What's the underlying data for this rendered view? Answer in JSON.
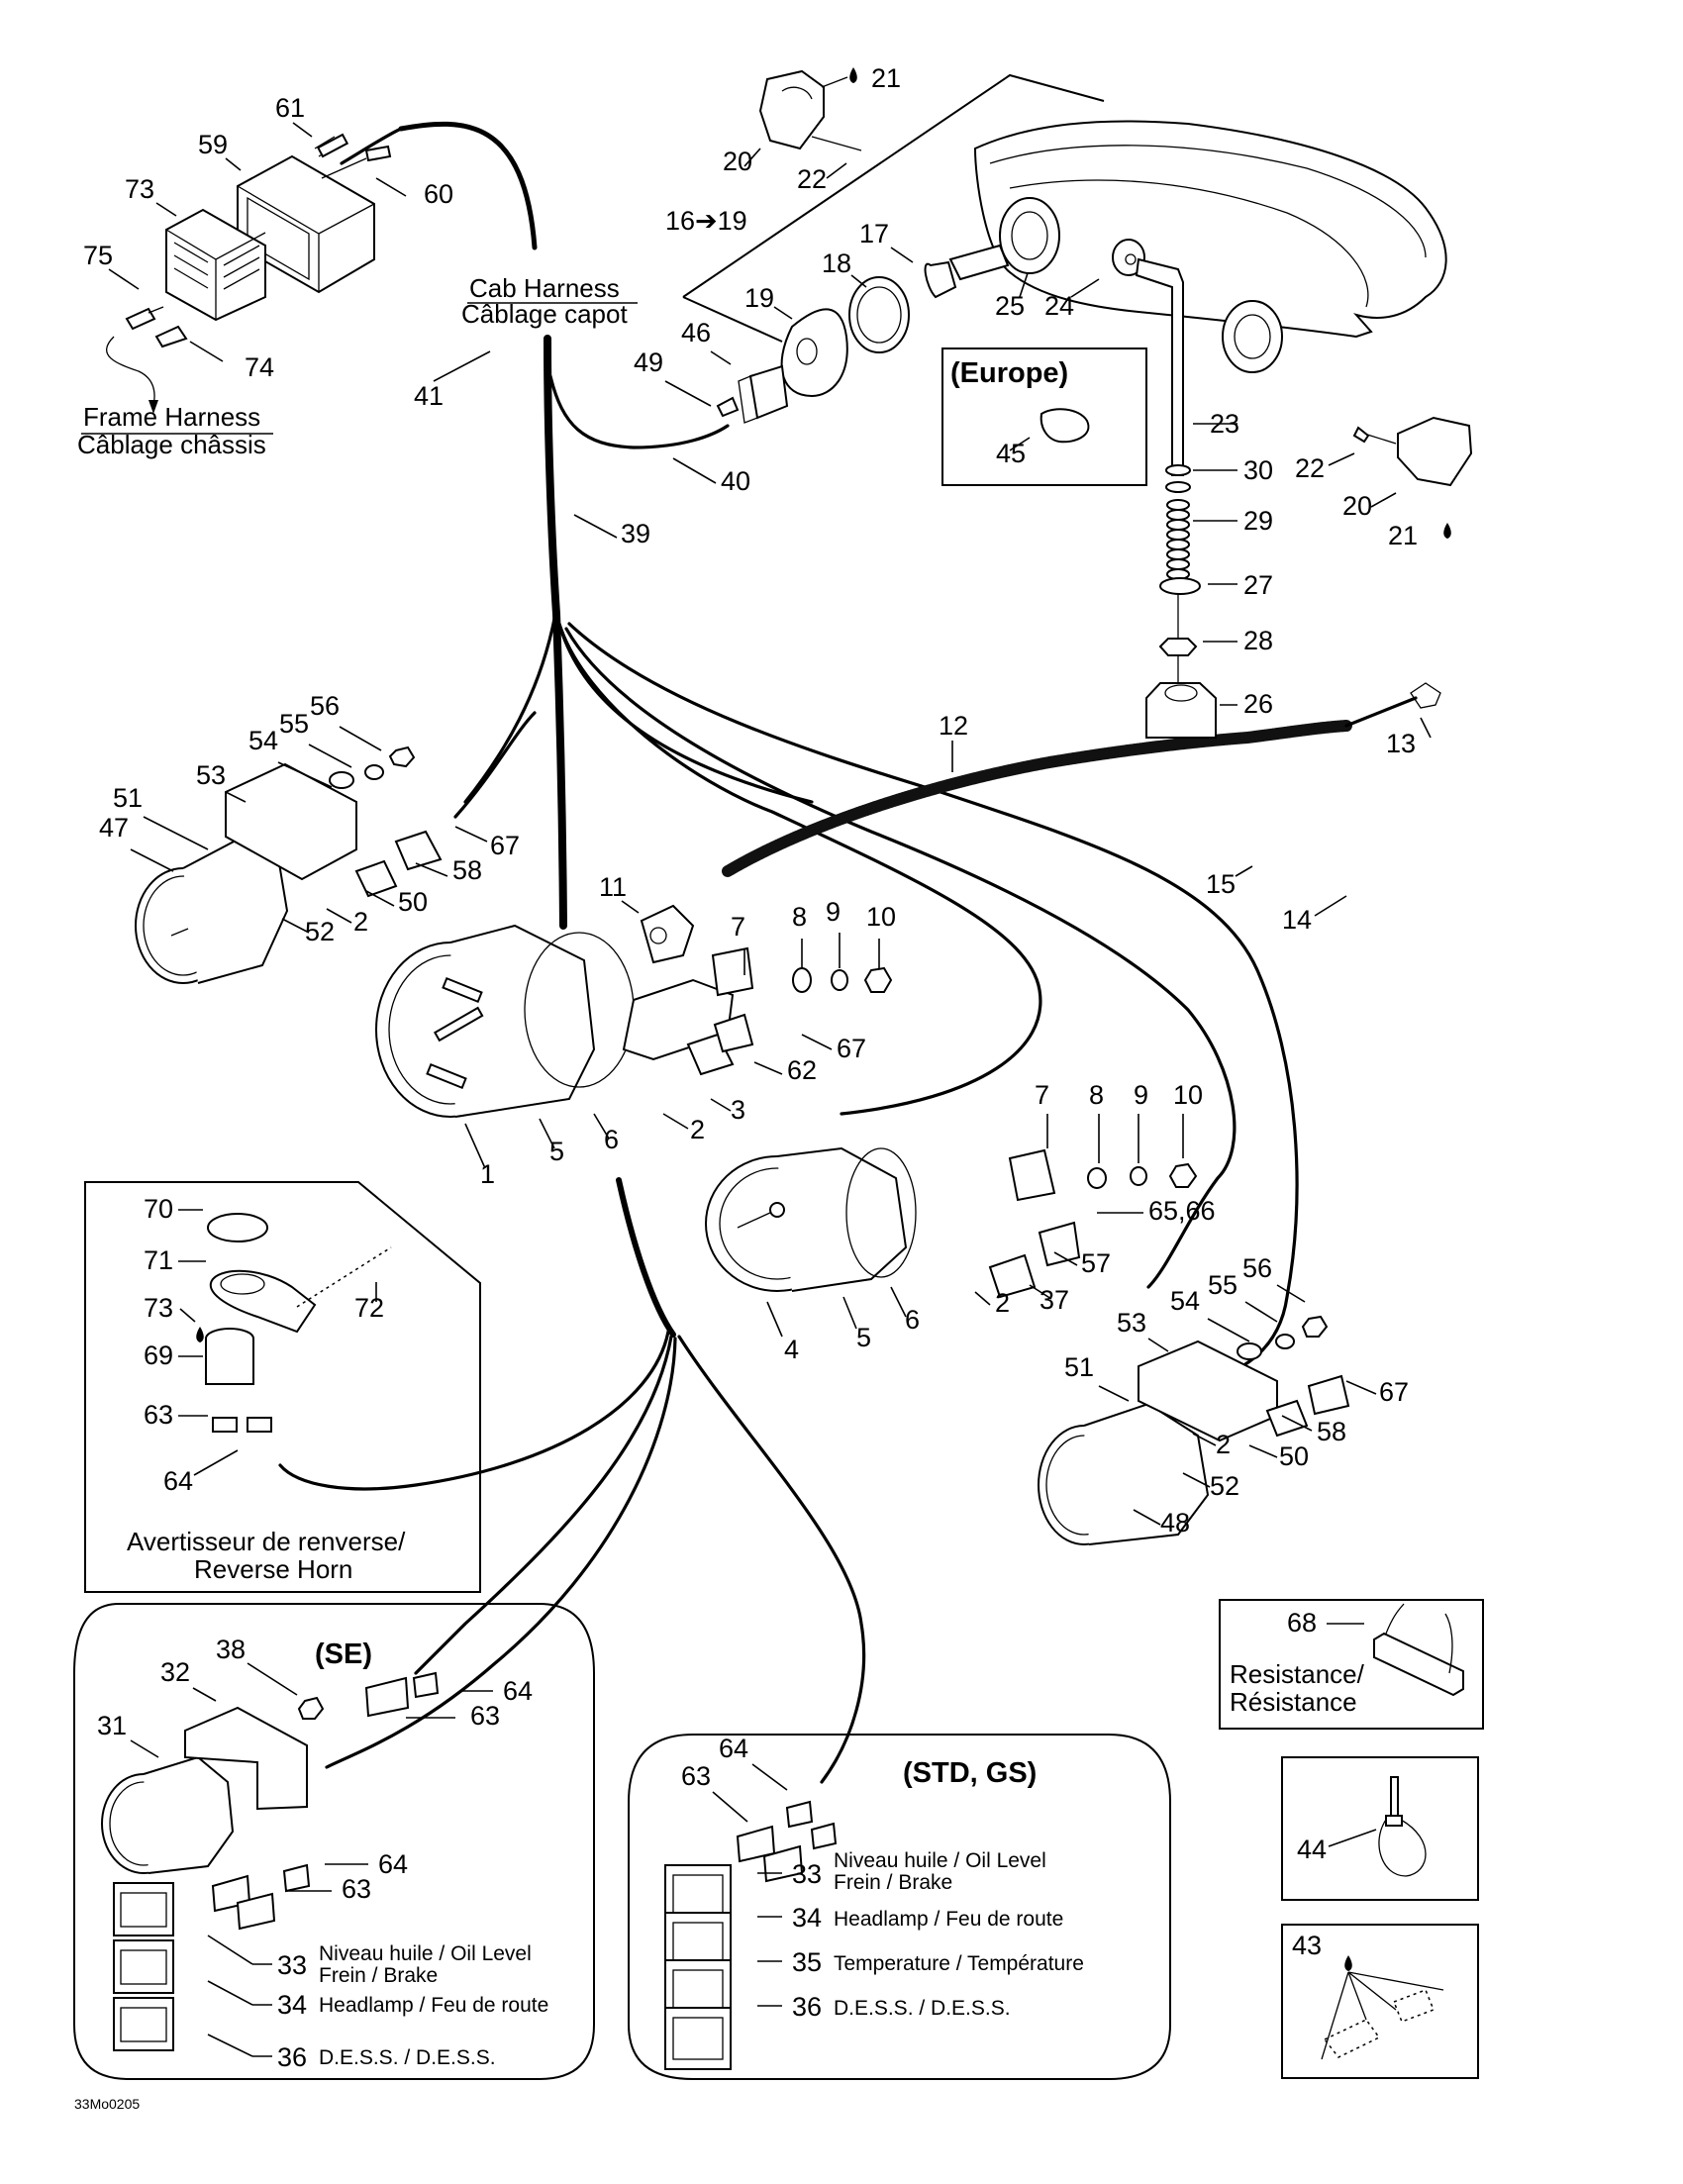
{
  "diagram": {
    "title": "Cab harness / instrument gauges exploded parts diagram",
    "reference_code": "33Mo0205",
    "harness_labels": {
      "cab_en": "Cab Harness",
      "cab_fr": "Câblage capot",
      "frame_en": "Frame Harness",
      "frame_fr": "Câblage châssis"
    },
    "group_labels": {
      "range_16_19": "16➔19",
      "europe": "(Europe)",
      "se": "(SE)",
      "std_gs": "(STD, GS)",
      "reverse_horn": "Avertisseur de renverse/",
      "reverse_horn_en": "Reverse Horn",
      "resistance_en": "Resistance/",
      "resistance_fr": "Résistance"
    },
    "indicator_lamps_se": [
      {
        "part": "33",
        "line1": "Niveau huile / Oil Level",
        "line2": "Frein / Brake"
      },
      {
        "part": "34",
        "line1": "Headlamp / Feu de route",
        "line2": ""
      },
      {
        "part": "36",
        "line1": "D.E.S.S. / D.E.S.S.",
        "line2": ""
      }
    ],
    "indicator_lamps_std_gs": [
      {
        "part": "33",
        "line1": "Niveau huile / Oil Level",
        "line2": "Frein / Brake"
      },
      {
        "part": "34",
        "line1": "Headlamp / Feu de route",
        "line2": ""
      },
      {
        "part": "35",
        "line1": "Temperature / Température",
        "line2": ""
      },
      {
        "part": "36",
        "line1": "D.E.S.S. / D.E.S.S.",
        "line2": ""
      }
    ],
    "callouts": {
      "headlamp": [
        "21",
        "20",
        "22",
        "17",
        "18",
        "19",
        "25",
        "24",
        "46",
        "49",
        "45",
        "23",
        "30",
        "29",
        "27",
        "28",
        "26",
        "22",
        "20",
        "21"
      ],
      "connector_block": [
        "61",
        "59",
        "60",
        "73",
        "75",
        "74"
      ],
      "harness": [
        "41",
        "40",
        "39",
        "12",
        "13",
        "15",
        "14"
      ],
      "left_gauge": [
        "56",
        "55",
        "54",
        "53",
        "51",
        "47",
        "67",
        "58",
        "50",
        "52",
        "2"
      ],
      "main_gauge": [
        "11",
        "7",
        "8",
        "9",
        "10",
        "1",
        "5",
        "6",
        "2",
        "3",
        "62",
        "67"
      ],
      "second_gauge": [
        "7",
        "8",
        "9",
        "10",
        "65,66",
        "57",
        "37",
        "2",
        "4",
        "5",
        "6"
      ],
      "right_gauge": [
        "56",
        "55",
        "54",
        "53",
        "51",
        "67",
        "58",
        "50",
        "2",
        "52",
        "48"
      ],
      "reverse_horn": [
        "70",
        "71",
        "72",
        "73",
        "69",
        "63",
        "64"
      ],
      "se": [
        "38",
        "32",
        "31",
        "64",
        "63",
        "64",
        "63"
      ],
      "std_gs": [
        "64",
        "63"
      ],
      "accessories": [
        "68",
        "44",
        "43"
      ]
    }
  }
}
